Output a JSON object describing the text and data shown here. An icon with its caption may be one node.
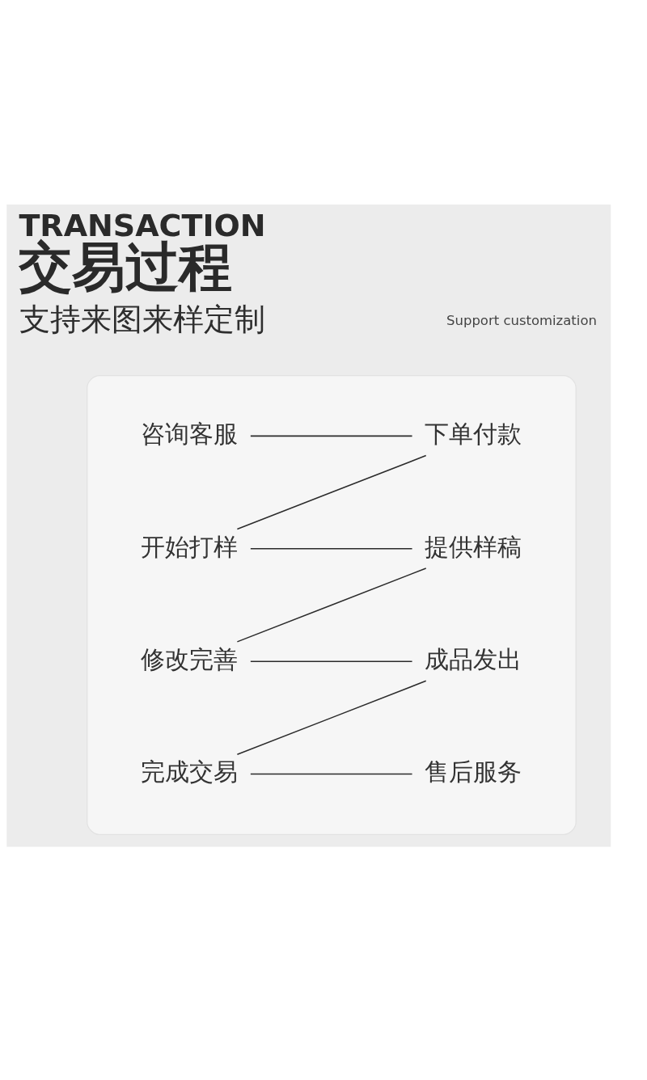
{
  "diagram": {
    "title": "TRANSACTION 交易过程",
    "nodes": [
      {
        "text": [],
        "shape": "box"
      },
      {
        "text": [
          "咨询客服"
        ],
        "in": 0
      },
      {
        "text": [
          "下单付款"
        ],
        "in": 0
      },
      {
        "text": [
          "开始打样"
        ],
        "in": 0
      },
      {
        "text": [
          "提供样稿"
        ],
        "in": 0
      },
      {
        "text": [
          "修改完善"
        ],
        "in": 0
      },
      {
        "text": [
          "成品发出"
        ],
        "in": 0
      },
      {
        "text": [
          "完成交易"
        ],
        "in": 0
      },
      {
        "text": [
          "售后服务"
        ],
        "in": 0
      }
    ],
    "edges": [
      {
        "from": 1,
        "to": 2,
        "arrow": "none"
      },
      {
        "from": 2,
        "to": 3,
        "arrow": "none"
      },
      {
        "from": 3,
        "to": 4,
        "arrow": "none"
      },
      {
        "from": 4,
        "to": 5,
        "arrow": "none"
      },
      {
        "from": 5,
        "to": 6,
        "arrow": "none"
      },
      {
        "from": 6,
        "to": 7,
        "arrow": "none"
      },
      {
        "from": 7,
        "to": 8,
        "arrow": "none"
      }
    ],
    "labels": [
      "Support customization",
      "支持来图来样定制"
    ]
  }
}
